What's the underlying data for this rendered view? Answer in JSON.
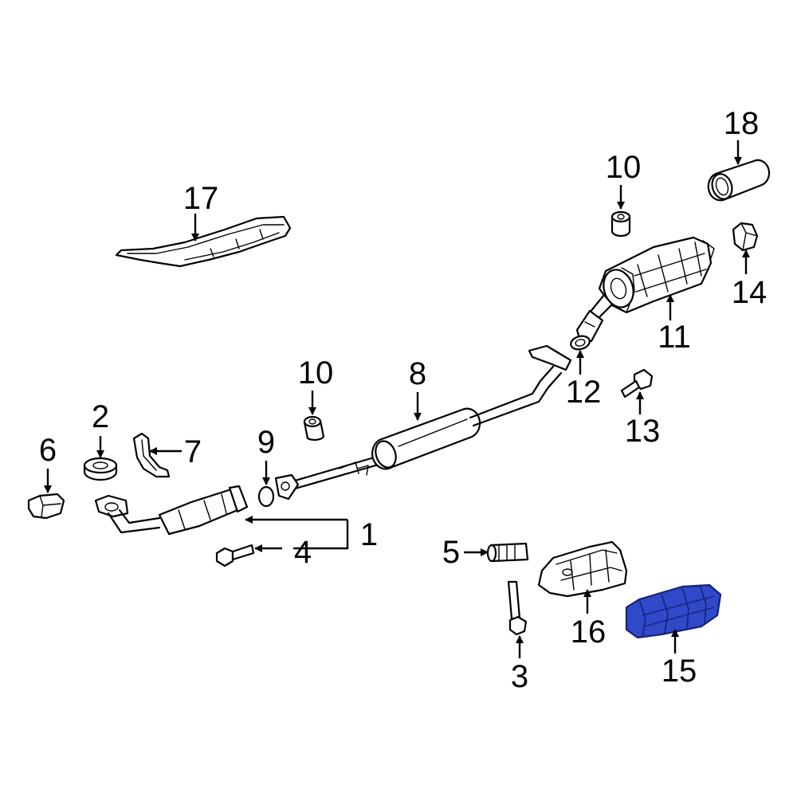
{
  "colors": {
    "line": "#000000",
    "background": "#ffffff",
    "highlight": "#2f49c8",
    "highlight_dark": "#16237a"
  },
  "callouts": {
    "c1": "1",
    "c2": "2",
    "c3": "3",
    "c4": "4",
    "c5": "5",
    "c6": "6",
    "c7": "7",
    "c8": "8",
    "c9": "9",
    "c10_left": "10",
    "c10_right": "10",
    "c11": "11",
    "c12": "12",
    "c13": "13",
    "c14": "14",
    "c15": "15",
    "c16": "16",
    "c17": "17",
    "c18": "18"
  }
}
